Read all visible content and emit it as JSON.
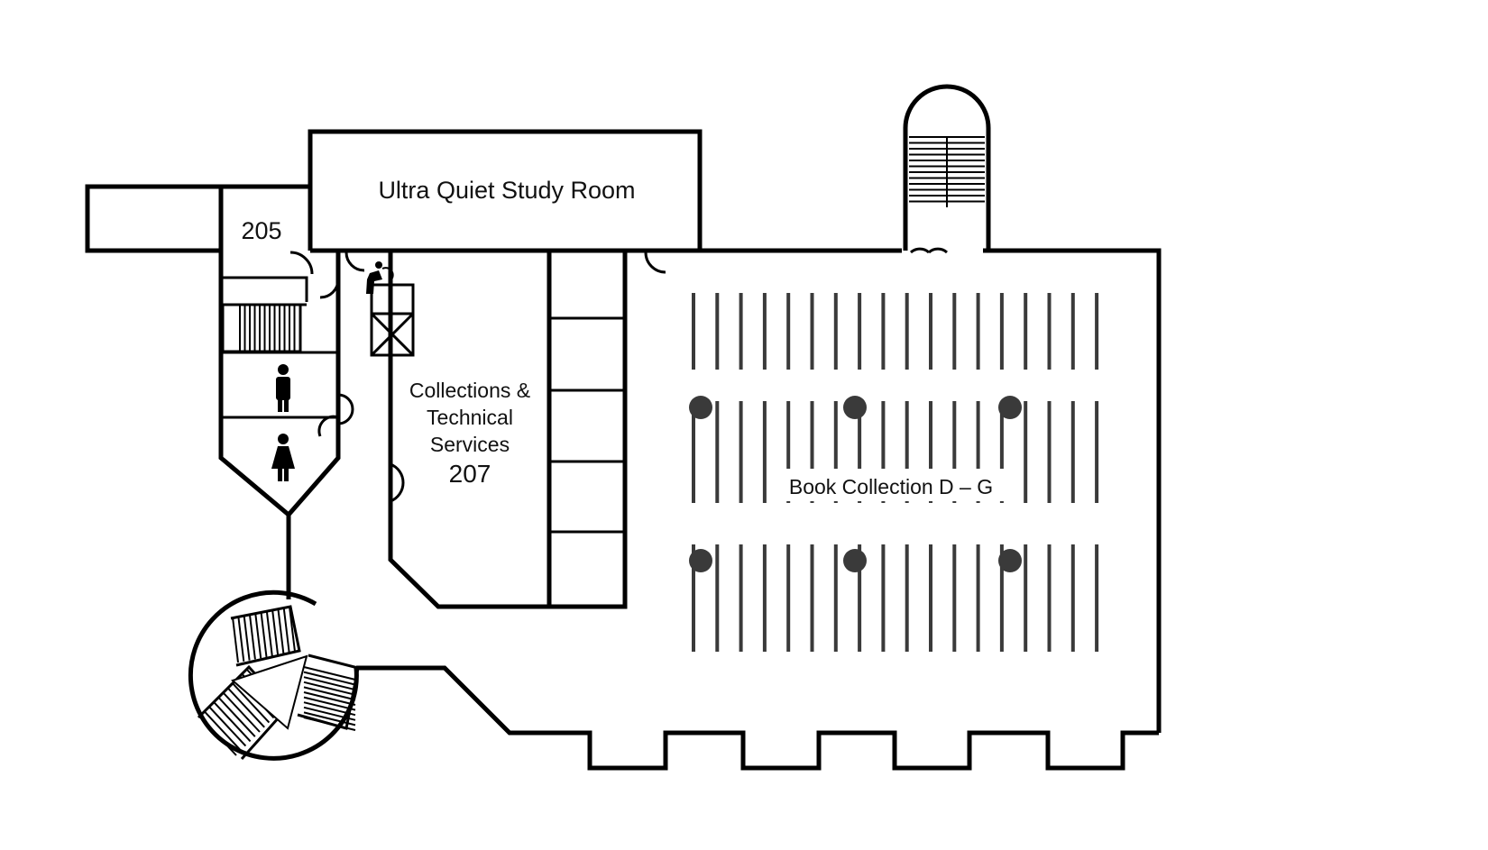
{
  "floor_plan": {
    "rooms": {
      "ultra_quiet": "Ultra Quiet Study Room",
      "room_205": "205",
      "collections_line1": "Collections &",
      "collections_line2": "Technical",
      "collections_line3": "Services",
      "collections_number": "207",
      "book_collection": "Book Collection D – G"
    },
    "icons": [
      "men-restroom-icon",
      "women-restroom-icon",
      "water-fountain-icon",
      "elevator-icon",
      "stairs-icon",
      "spiral-stairs-icon"
    ],
    "colors": {
      "wall": "#000000",
      "shelf": "#3a3a3a",
      "background": "#ffffff"
    }
  }
}
